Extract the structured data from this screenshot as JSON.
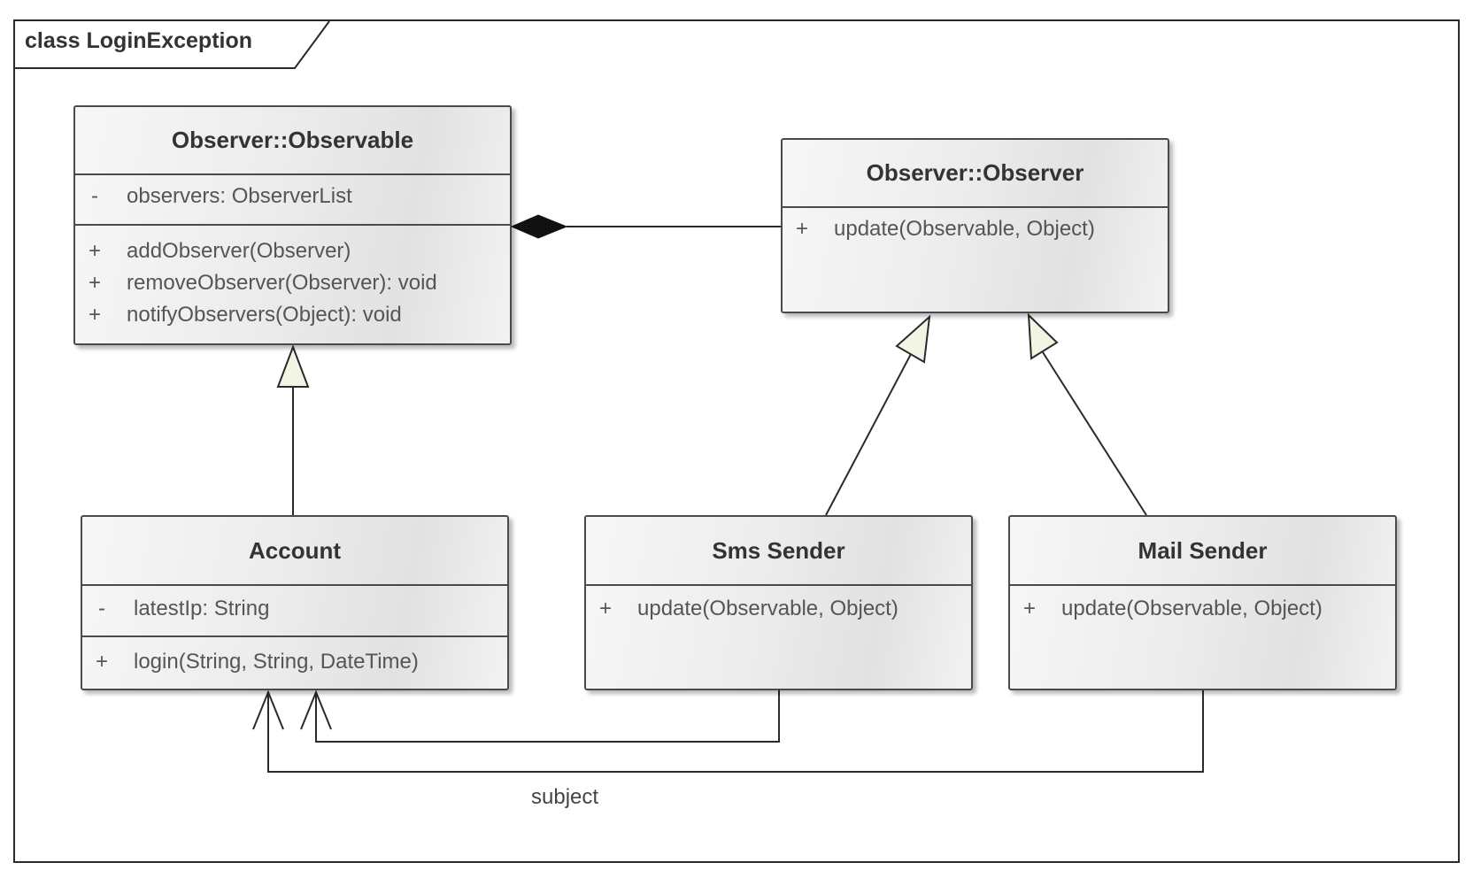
{
  "frame": {
    "title": "class LoginException"
  },
  "classes": {
    "observable": {
      "name": "Observer::Observable",
      "attributes": [
        {
          "vis": "-",
          "text": "observers: ObserverList"
        }
      ],
      "operations": [
        {
          "vis": "+",
          "text": "addObserver(Observer)"
        },
        {
          "vis": "+",
          "text": "removeObserver(Observer): void"
        },
        {
          "vis": "+",
          "text": "notifyObservers(Object): void"
        }
      ]
    },
    "observer": {
      "name": "Observer::Observer",
      "operations": [
        {
          "vis": "+",
          "text": "update(Observable, Object)"
        }
      ]
    },
    "account": {
      "name": "Account",
      "attributes": [
        {
          "vis": "-",
          "text": "latestIp: String"
        }
      ],
      "operations": [
        {
          "vis": "+",
          "text": "login(String, String, DateTime)"
        }
      ]
    },
    "sms_sender": {
      "name": "Sms Sender",
      "operations": [
        {
          "vis": "+",
          "text": "update(Observable, Object)"
        }
      ]
    },
    "mail_sender": {
      "name": "Mail Sender",
      "operations": [
        {
          "vis": "+",
          "text": "update(Observable, Object)"
        }
      ]
    }
  },
  "relations": {
    "subject_label": "subject"
  }
}
